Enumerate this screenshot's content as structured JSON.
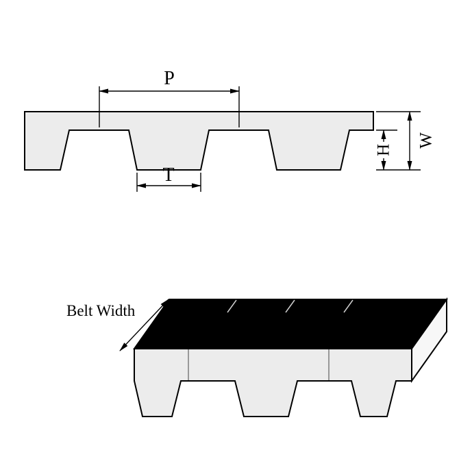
{
  "diagram": {
    "type": "timing-belt-dimension-diagram",
    "labels": {
      "pitch": "P",
      "tooth_width": "T",
      "tooth_height": "H",
      "belt_thickness": "W",
      "belt_width": "Belt Width"
    },
    "colors": {
      "belt_fill": "#ececec",
      "outline": "#000000",
      "top_face_fill": "#000000",
      "side_face_fill": "#f7f7f7",
      "background": "#ffffff"
    }
  }
}
